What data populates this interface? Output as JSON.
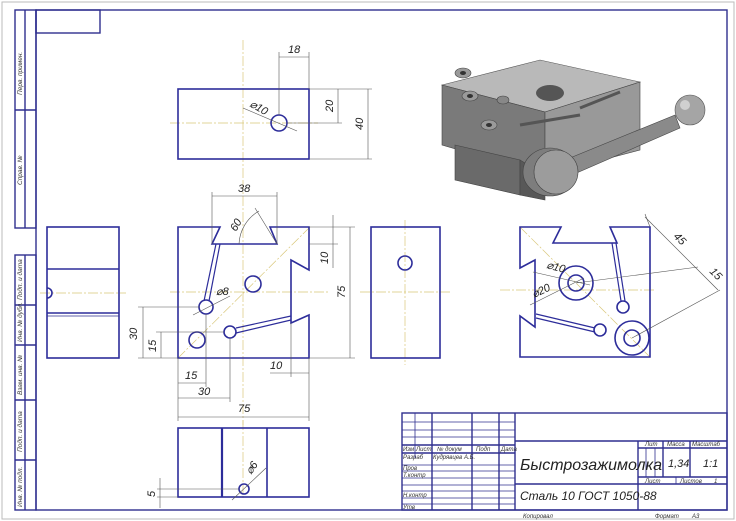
{
  "stamp": {
    "perv_primen": "Перв. примен.",
    "sprav_no": "Справ. №",
    "podp_data_1": "Подп. и дата",
    "inv_dubl": "Инв. № дубл.",
    "vzam_inv": "Взам. инв. №",
    "podp_data_2": "Подп. и дата",
    "inv_podl": "Инв. № подл."
  },
  "dimensions": {
    "top_18": "18",
    "top_20": "20",
    "top_40": "40",
    "top_d10": "⌀10",
    "front_38": "38",
    "front_60": "60",
    "front_10_right": "10",
    "front_75_right": "75",
    "front_d8": "⌀8",
    "front_30_left": "30",
    "front_15_left": "15",
    "front_10_bottom": "10",
    "front_15_bottom": "15",
    "front_30_bottom": "30",
    "front_75_bottom": "75",
    "side_d10": "⌀10",
    "side_d20": "⌀20",
    "side_45": "45",
    "side_15": "15",
    "bottom_d6": "⌀6",
    "bottom_5": "5"
  },
  "title_block": {
    "headers": [
      "Изм",
      "Лист",
      "№ докум",
      "Подп",
      "Дата"
    ],
    "roles": [
      "Разраб",
      "Пров",
      "Т.контр",
      "Н.контр",
      "Утв"
    ],
    "developer": "Кудрявцев А.Б.",
    "name": "Быстрозажимолка",
    "material": "Сталь 10  ГОСТ 1050-88",
    "lit_label": "Лит",
    "mass_label": "Масса",
    "scale_label": "Масштаб",
    "mass": "1,34",
    "scale": "1:1",
    "sheet_label": "Лист",
    "sheets_label": "Листов",
    "sheets": "1",
    "copied": "Копировал",
    "format_label": "Формат",
    "format": "А3"
  }
}
